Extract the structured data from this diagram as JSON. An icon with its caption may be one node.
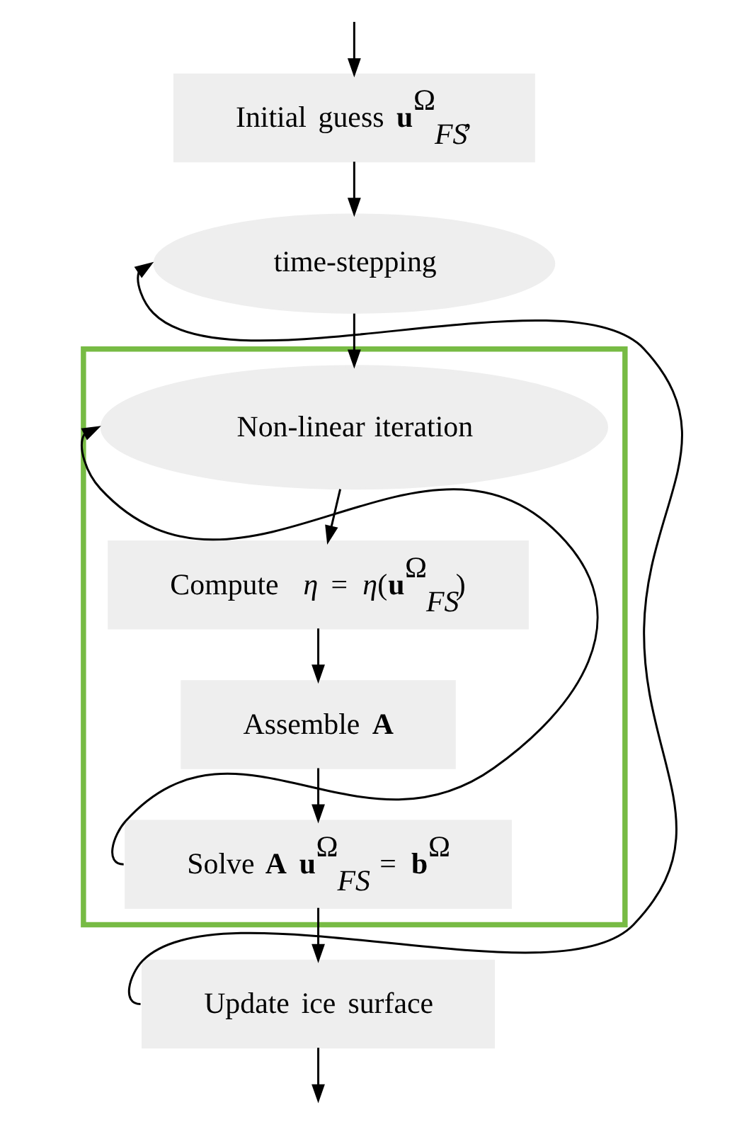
{
  "diagram": {
    "nodes": [
      {
        "text": [
          "Initial guess **u**$^{Ω}$$_{FS}$,"
        ]
      },
      {
        "text": [
          "time-stepping"
        ]
      },
      {
        "text": [],
        "shape": "box"
      },
      {
        "text": [
          "Non-linear iteration"
        ],
        "in": 2
      },
      {
        "text": [
          "Compute  *η* = *η*(**u**$^{Ω}$$_{FS}$)"
        ],
        "in": 2
      },
      {
        "text": [
          "Assemble **A**"
        ],
        "in": 2
      },
      {
        "text": [
          "Solve **A** **u**$^{Ω}$$_{FS}$ = **b**$^{Ω}$"
        ],
        "in": 2
      },
      {
        "text": [
          "Update ice surface"
        ]
      }
    ],
    "edges": [
      {
        "from": null,
        "to": 0,
        "arrow": "to"
      },
      {
        "from": 0,
        "to": 1,
        "arrow": "to"
      },
      {
        "from": 1,
        "to": 3,
        "arrow": "to"
      },
      {
        "from": 3,
        "to": 4,
        "arrow": "to"
      },
      {
        "from": 4,
        "to": 5,
        "arrow": "to"
      },
      {
        "from": 5,
        "to": 6,
        "arrow": "to"
      },
      {
        "from": 6,
        "to": 7,
        "arrow": "to"
      },
      {
        "from": 6,
        "to": 3,
        "arrow": "to"
      },
      {
        "from": 7,
        "to": 1,
        "arrow": "to"
      },
      {
        "from": 7,
        "to": null,
        "arrow": "to"
      }
    ]
  }
}
